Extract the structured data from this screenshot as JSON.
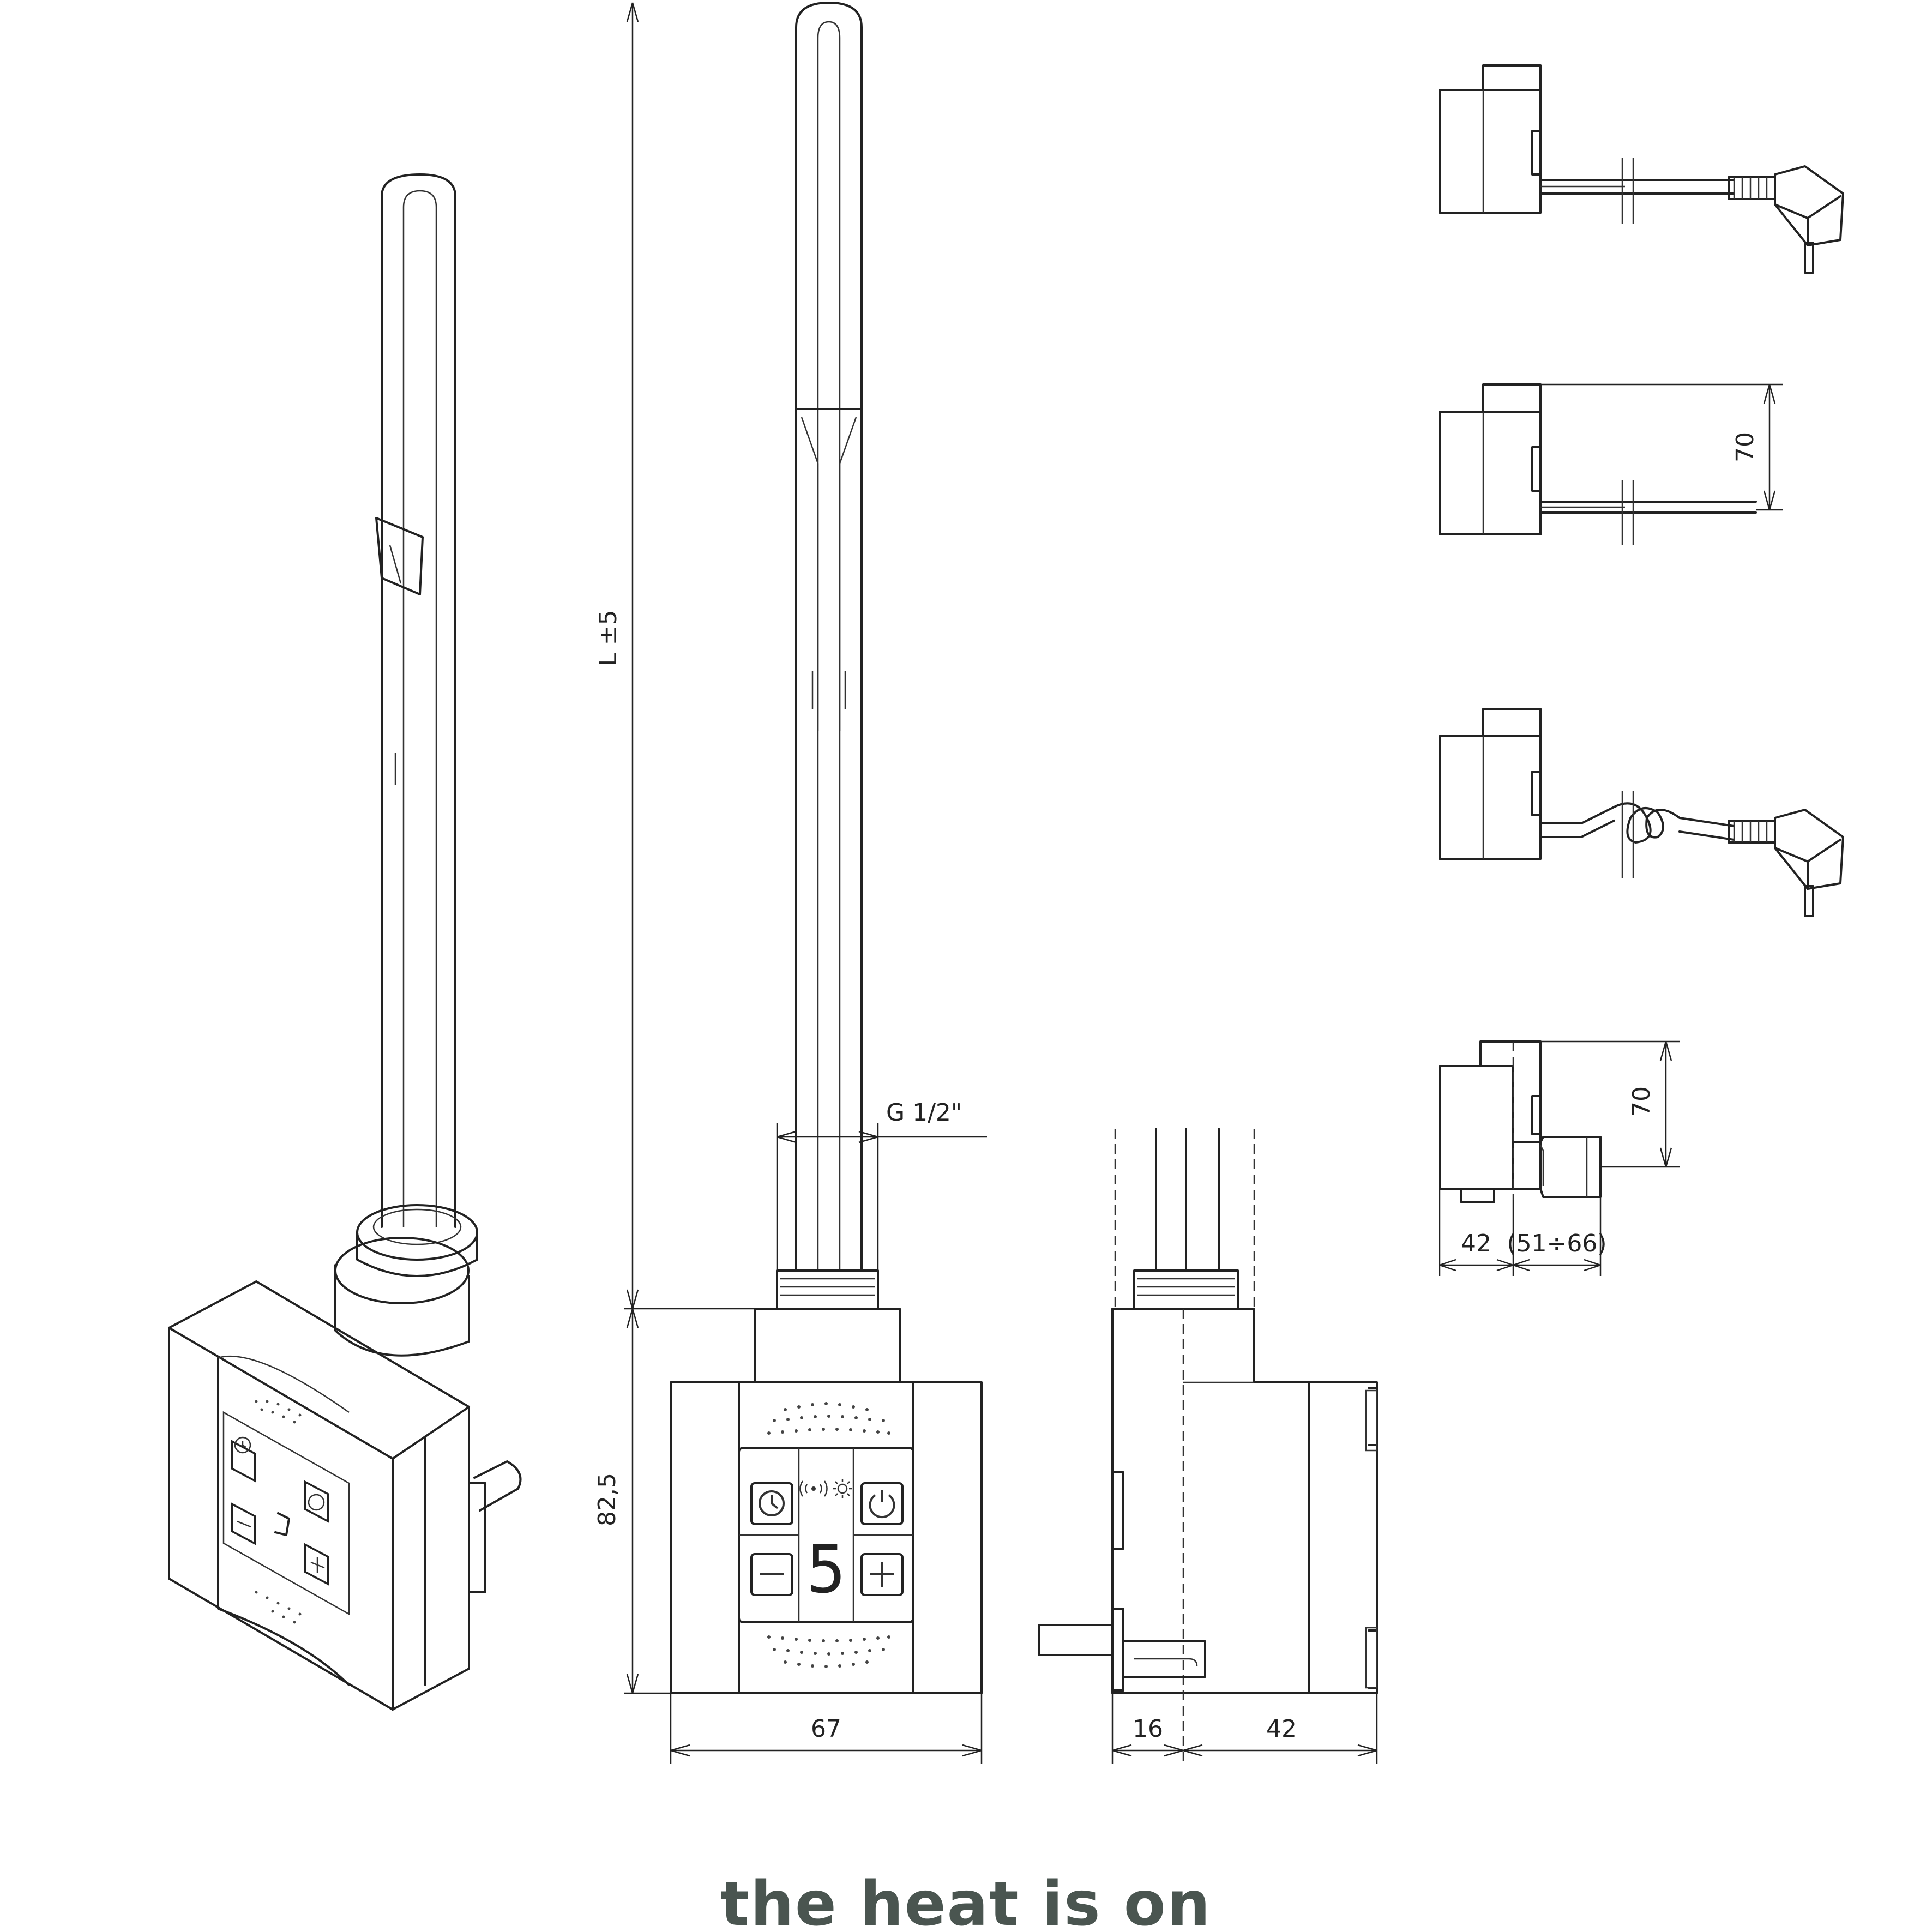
{
  "dimensions": {
    "length": "L ±5",
    "thread": "G 1/2\"",
    "height": "82,5",
    "width": "67",
    "side_left": "16",
    "side_right": "42",
    "cable_height_a": "70",
    "cable_height_b": "70",
    "plug_depth": "42",
    "plug_range": "(51÷66)"
  },
  "display": {
    "digit": "5"
  },
  "brand": {
    "logo_text": "the heat is on",
    "color": "#4a5550"
  },
  "icons": [
    "clock-icon",
    "power-icon",
    "minus-icon",
    "plus-icon",
    "wifi-icon",
    "sun-icon",
    "plug-icon"
  ]
}
